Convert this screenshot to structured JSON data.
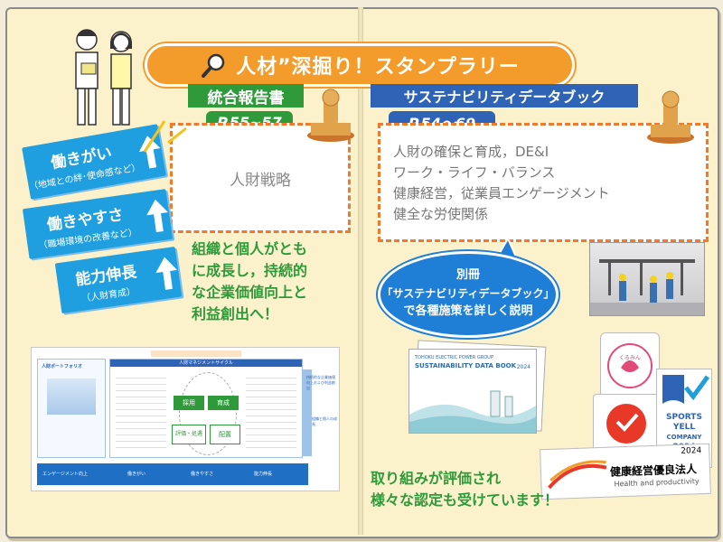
{
  "title": "人材”深掘り！スタンプラリー",
  "integrated_report": {
    "label": "統合報告書",
    "pages": "P.55~57",
    "topics": [
      "人財戦略"
    ]
  },
  "sustainability_databook": {
    "label": "サステナビリティデータブック",
    "pages": "P.54〜69",
    "topics": [
      "人財の確保と育成，DE&I",
      "ワーク・ライフ・バランス",
      "健康経営，従業員エンゲージメント",
      "健全な労使関係"
    ]
  },
  "side_tags": [
    {
      "main": "働きがい",
      "sub": "（地域との絆･使命感など）"
    },
    {
      "main": "働きやすさ",
      "sub": "（職場環境の改善など）"
    },
    {
      "main": "能力伸長",
      "sub": "（人財育成）"
    }
  ],
  "growth_message": [
    "組織と個人がとも",
    "に成長し，持続的",
    "な企業価値向上と",
    "利益創出へ！"
  ],
  "bubble": {
    "lines": [
      "別冊",
      "「サステナビリティデータブック」",
      "で各種施策を詳しく説明"
    ]
  },
  "databook_cover": {
    "title": "SUSTAINABILITY DATA BOOK",
    "year": "2024",
    "company": "TOHOKU ELECTRIC POWER GROUP"
  },
  "diagram": {
    "header": "人財マネジメントサイクル",
    "left_title": "人財ポートフォリオ",
    "cycle": [
      "採用",
      "育成",
      "評価・処遇",
      "配置"
    ],
    "right_items": [
      "持続的な企業価値向上および利益創出",
      "組織と個人の成長"
    ],
    "bottom_left": "エンゲージメント向上",
    "bottom_items": [
      "働きがい",
      "働きやすさ",
      "能力伸長"
    ]
  },
  "certs": {
    "kurumin": "くるみん",
    "sports_yell": [
      "SPORTS",
      "YELL",
      "COMPANY",
      "2024"
    ],
    "health": {
      "year": "2024",
      "title": "健康経営優良法人",
      "sub": "Health and productivity"
    }
  },
  "award_message": [
    "取り組みが評価され",
    "様々な認定も受けています！"
  ],
  "colors": {
    "orange": "#f39b2b",
    "green": "#2e9a3a",
    "blue": "#2f63b6",
    "sky": "#1f9fe0"
  }
}
